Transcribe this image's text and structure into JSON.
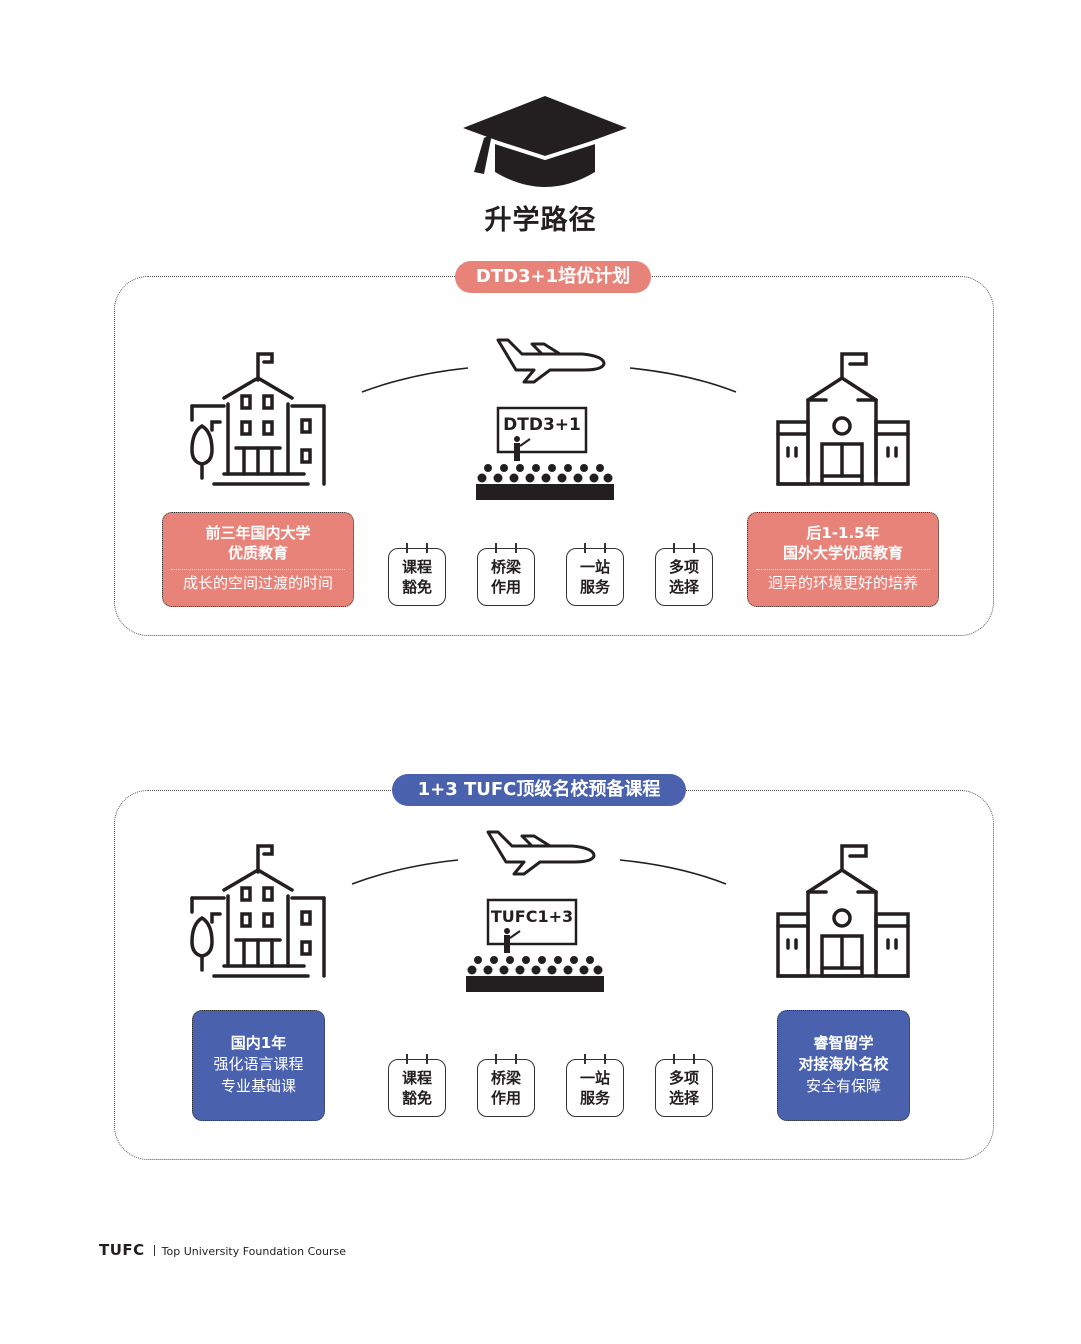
{
  "header": {
    "icon": "graduation-cap-icon",
    "title": "升学路径"
  },
  "colors": {
    "accent_red": "#e8837a",
    "accent_blue": "#4a62ae",
    "ink": "#231f20"
  },
  "sections": [
    {
      "pill_label": "DTD3+1培优计划",
      "center_board_text": "DTD3+1",
      "left_card": {
        "bold_lines": [
          "前三年国内大学",
          "优质教育"
        ],
        "normal_lines": [
          "成长的空间过渡的时间"
        ]
      },
      "right_card": {
        "bold_lines": [
          "后1-1.5年",
          "国外大学优质教育"
        ],
        "normal_lines": [
          "迥异的环境更好的培养"
        ]
      },
      "tags": [
        {
          "line1": "课程",
          "line2": "豁免"
        },
        {
          "line1": "桥梁",
          "line2": "作用"
        },
        {
          "line1": "一站",
          "line2": "服务"
        },
        {
          "line1": "多项",
          "line2": "选择"
        }
      ]
    },
    {
      "pill_label": "1+3 TUFC顶级名校预备课程",
      "center_board_text": "TUFC1+3",
      "left_card": {
        "bold_lines": [
          "国内1年"
        ],
        "normal_lines": [
          "强化语言课程",
          "专业基础课"
        ]
      },
      "right_card": {
        "bold_lines": [
          "睿智留学",
          "对接海外名校"
        ],
        "normal_lines": [
          "安全有保障"
        ]
      },
      "tags": [
        {
          "line1": "课程",
          "line2": "豁免"
        },
        {
          "line1": "桥梁",
          "line2": "作用"
        },
        {
          "line1": "一站",
          "line2": "服务"
        },
        {
          "line1": "多项",
          "line2": "选择"
        }
      ]
    }
  ],
  "footer": {
    "brand": "TUFC",
    "tagline": "Top University Foundation Course"
  }
}
